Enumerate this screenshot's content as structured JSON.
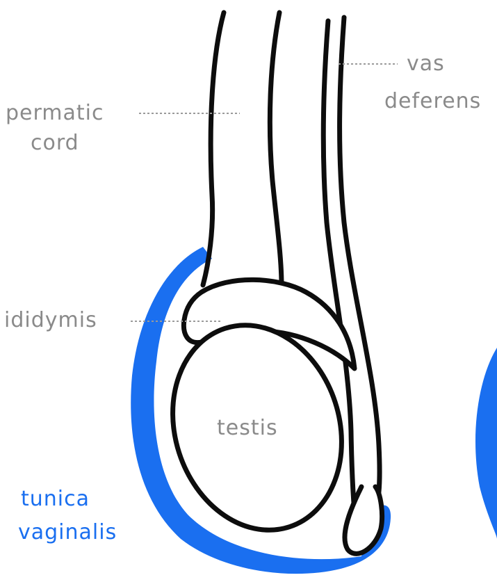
{
  "colors": {
    "tunica": "#1a6ff0",
    "outline": "#0d0d0d",
    "label_gray": "#8a8a8a",
    "leader": "#9a9a9a",
    "label_blue": "#1a6ff0"
  },
  "labels": {
    "spermatic_line1": "permatic",
    "spermatic_line2": "cord",
    "vas_line1": "vas",
    "vas_line2": "deferens",
    "epididymis": "ididymis",
    "testis": "testis",
    "tunica_line1": "tunica",
    "tunica_line2": "vaginalis"
  }
}
